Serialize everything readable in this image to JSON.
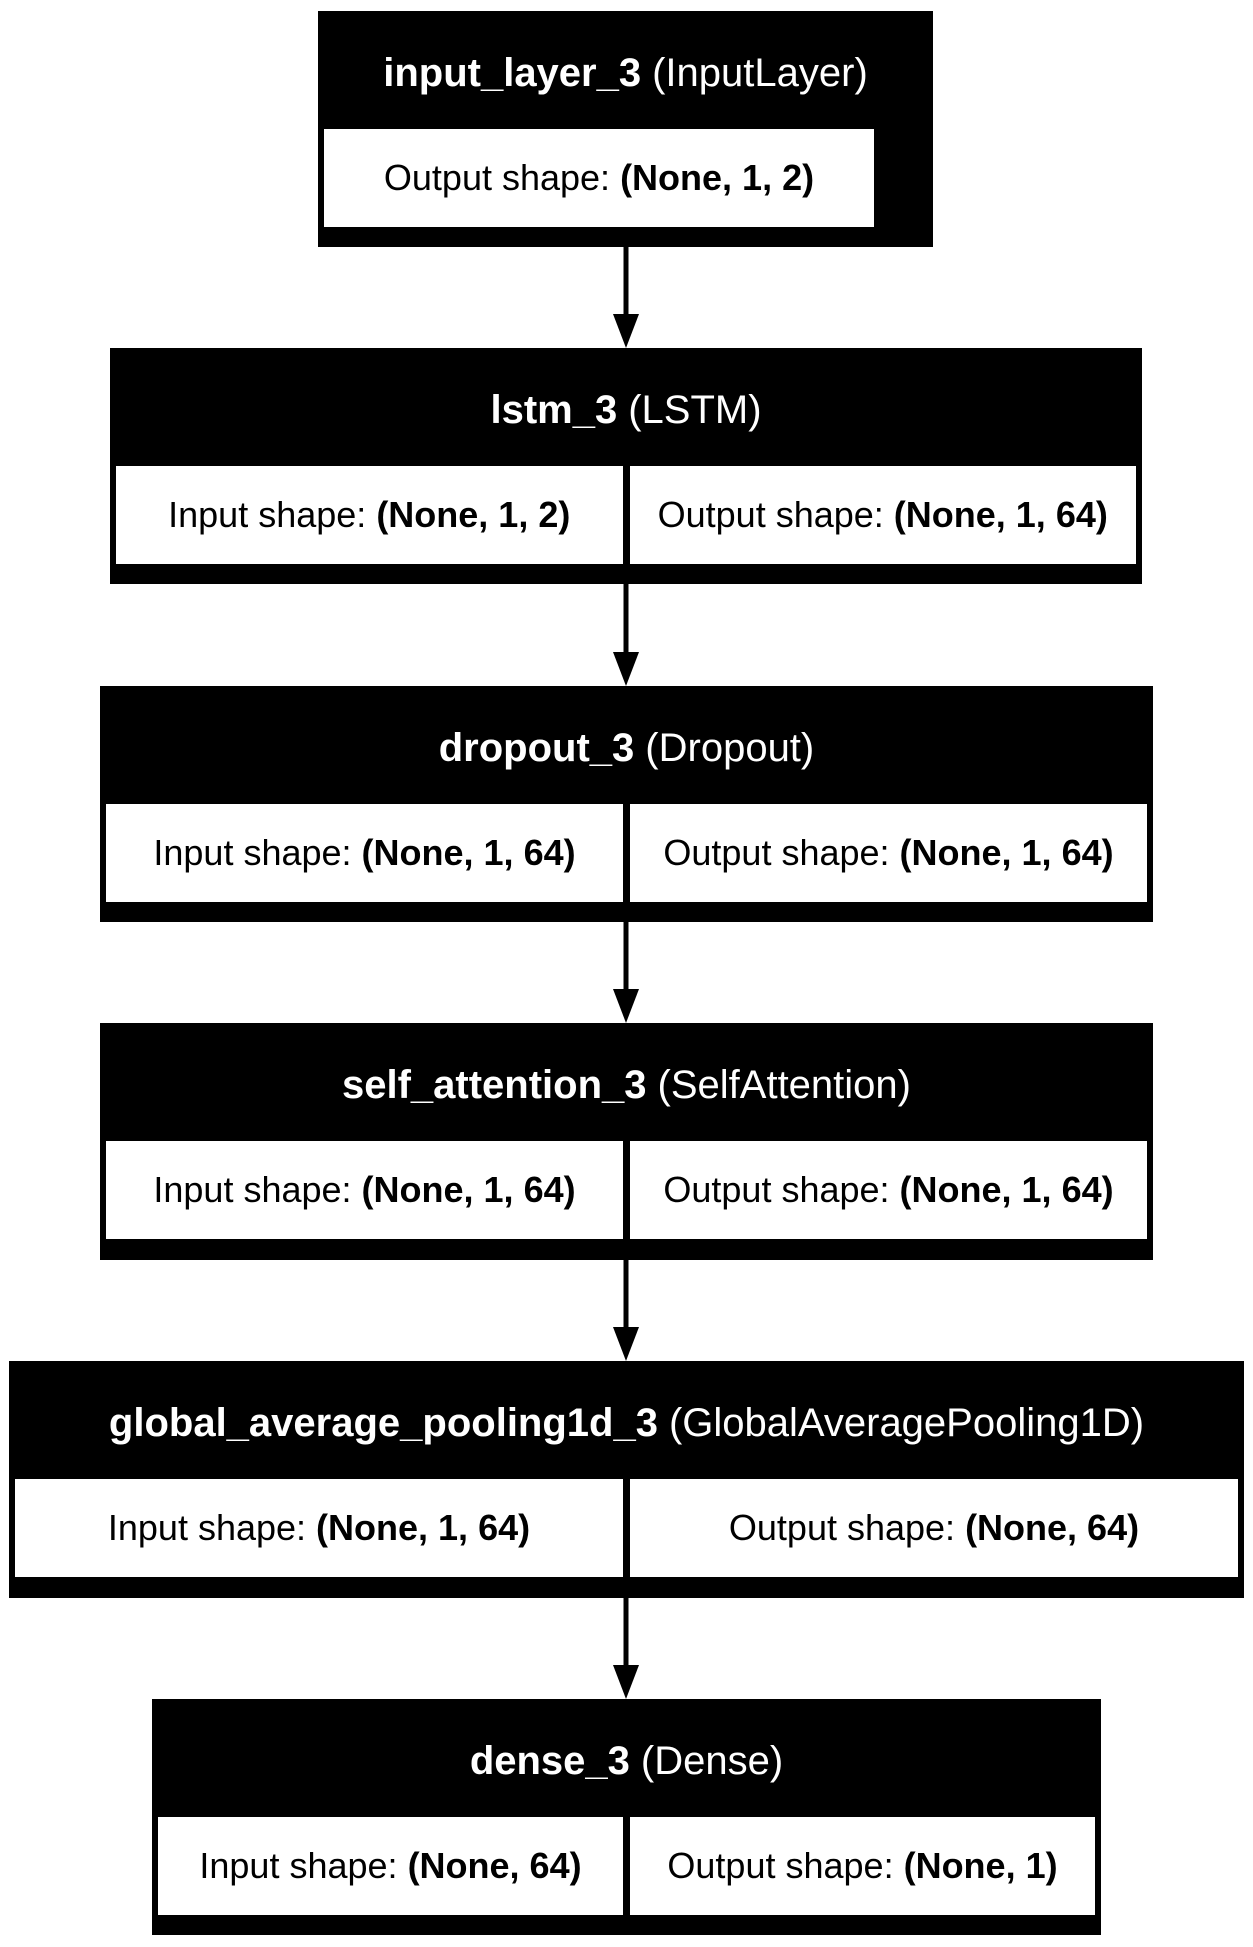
{
  "layers": [
    {
      "name": "input_layer_3",
      "class": "(InputLayer)",
      "output_label": "Output shape:",
      "output_shape": "(None, 1, 2)"
    },
    {
      "name": "lstm_3",
      "class": "(LSTM)",
      "input_label": "Input shape:",
      "input_shape": "(None, 1, 2)",
      "output_label": "Output shape:",
      "output_shape": "(None, 1, 64)"
    },
    {
      "name": "dropout_3",
      "class": "(Dropout)",
      "input_label": "Input shape:",
      "input_shape": "(None, 1, 64)",
      "output_label": "Output shape:",
      "output_shape": "(None, 1, 64)"
    },
    {
      "name": "self_attention_3",
      "class": "(SelfAttention)",
      "input_label": "Input shape:",
      "input_shape": "(None, 1, 64)",
      "output_label": "Output shape:",
      "output_shape": "(None, 1, 64)"
    },
    {
      "name": "global_average_pooling1d_3",
      "class": "(GlobalAveragePooling1D)",
      "input_label": "Input shape:",
      "input_shape": "(None, 1, 64)",
      "output_label": "Output shape:",
      "output_shape": "(None, 64)"
    },
    {
      "name": "dense_3",
      "class": "(Dense)",
      "input_label": "Input shape:",
      "input_shape": "(None, 64)",
      "output_label": "Output shape:",
      "output_shape": "(None, 1)"
    }
  ]
}
